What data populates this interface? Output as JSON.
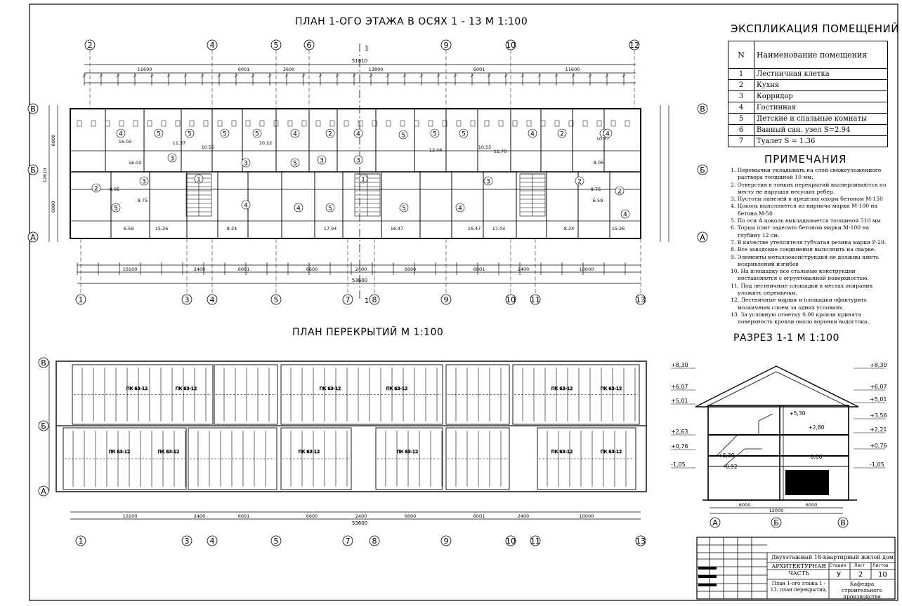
{
  "titles": {
    "plan_first_floor": "ПЛАН 1-ОГО ЭТАЖА В ОСЯХ 1 - 13 М 1:100",
    "plan_slabs": "ПЛАН ПЕРЕКРЫТИЙ  М  1:100",
    "section": "РАЗРЕЗ 1-1 М 1:100",
    "explication": "ЭКСПЛИКАЦИЯ ПОМЕЩЕНИЙ",
    "notes": "ПРИМЕЧАНИЯ"
  },
  "explication": {
    "header_n": "N",
    "header_name": "Наименование помещения",
    "rows": [
      {
        "n": "1",
        "name": "Лестничная клетка"
      },
      {
        "n": "2",
        "name": "Кухня"
      },
      {
        "n": "3",
        "name": "Корридор"
      },
      {
        "n": "4",
        "name": "Гостинная"
      },
      {
        "n": "5",
        "name": "Детские и спальные комнаты"
      },
      {
        "n": "6",
        "name": "Ванный сан. узел S=2.94"
      },
      {
        "n": "7",
        "name": "Туалет S = 1.36"
      }
    ]
  },
  "notes": [
    "1. Перемычки укладывать на слой свежеуложенного раствора толщиной 10 мм.",
    "2. Отверстия в тонких перекрытий высверливаются по месту не нарушая несущих ребер.",
    "3. Пустоты панелей в пределах опоры бетоном М-150",
    "4. Цоколь выполняется из кирпича марки М-100 на бетона М-50",
    "5. По оси А цоколь выкладывается толщиной 510 мм",
    "6. Торцы плит заделать бетоном марки М-100 на глубину 12 см.",
    "7. В качестве утеплителя губчатая резина марки Р-29.",
    "8. Все заводские соединения выполнить на сварке.",
    "9. Элементы металлоконструкций не должны иметь искривлений изгибов",
    "10. На площадку все стальные конструкции поставляются с огрунтованной поверхностью.",
    "11. Под лестничные площадки в местах опирания уложить перемычки.",
    "12. Лестничные марши и площадки офактурить мозаичным слоем за одних условиях.",
    "13. За условную отметку 0.00 кровли принята поверхность кровли около воронки водостока."
  ],
  "axes": {
    "plan_top": [
      "2",
      "4",
      "5",
      "6",
      "9",
      "10",
      "12"
    ],
    "plan_bottom": [
      "1",
      "3",
      "4",
      "5",
      "7",
      "8",
      "9",
      "10",
      "11",
      "13"
    ],
    "plan_rows_left": [
      "В",
      "Б",
      "А"
    ],
    "slab_bottom": [
      "1",
      "3",
      "4",
      "5",
      "7",
      "8",
      "9",
      "10",
      "11",
      "13"
    ],
    "section_bottom": [
      "А",
      "Б",
      "В"
    ]
  },
  "dimensions": {
    "top_total": "51810",
    "top_segments": [
      "11600",
      "6001",
      "3600",
      "13800",
      "6001",
      "11600"
    ],
    "bottom_segments": [
      "10100",
      "2400",
      "6001",
      "6600",
      "2400",
      "6600",
      "6001",
      "2400",
      "10000"
    ],
    "bottom_total": "53600",
    "left_total": "12610",
    "left_segments": [
      "6000",
      "6000"
    ],
    "section_width": "12000",
    "section_segments": [
      "6000",
      "6000"
    ]
  },
  "room_numbers": [
    "4",
    "5",
    "5",
    "5",
    "5",
    "4",
    "2",
    "4",
    "5",
    "5",
    "5",
    "4",
    "2",
    "3",
    "3",
    "1",
    "3",
    "3",
    "3",
    "1",
    "3",
    "3",
    "2",
    "5",
    "4",
    "4",
    "5",
    "2",
    "5",
    "4",
    "4",
    "2",
    "4",
    "5"
  ],
  "room_areas": [
    "16.03",
    "11.37",
    "10.55",
    "10.22",
    "12.46",
    "10.55",
    "11.70",
    "10.57",
    "16.03",
    "8.05",
    "8.05",
    "8.75",
    "8.75",
    "6.59",
    "6.59",
    "15.26",
    "8.24",
    "17.04",
    "16.47",
    "16.47",
    "17.04",
    "8.24",
    "15.26"
  ],
  "slab_marks": [
    "ПК 63-12",
    "ПК 63-12",
    "ПК 63-12",
    "ПК 63-12",
    "ПК 63-12",
    "ПК 63-12",
    "ПК 63-12",
    "ПК 63-12",
    "ПК 63-12",
    "ПК 63-12",
    "ПК 63-12",
    "ПК 63-12"
  ],
  "section_levels_left": [
    "+8,30",
    "+6,07",
    "+5,01",
    "+2,63",
    "+0,76",
    "-1,05"
  ],
  "section_levels_right": [
    "+8,30",
    "+6,07",
    "+5,01",
    "+3,56",
    "+2,21",
    "+0,76",
    "-1,05"
  ],
  "section_inner": [
    "+5,30",
    "+2,80",
    "0,00",
    "-0,92",
    "+5,30"
  ],
  "cut_mark": "1",
  "stamp": {
    "project": "Двухэтажный 18-квартирный жилой дом",
    "part": "АРХИТЕКТУРНАЯ ЧАСТЬ",
    "stage_label": "Стадия",
    "sheet_label": "Лист",
    "sheets_label": "Листов",
    "stage": "У",
    "sheet": "2",
    "sheets": "10",
    "sheet_title": "План 1-ого этажа 1 - 13, план перекрытия,",
    "org": "Кафедра строительного производства"
  }
}
